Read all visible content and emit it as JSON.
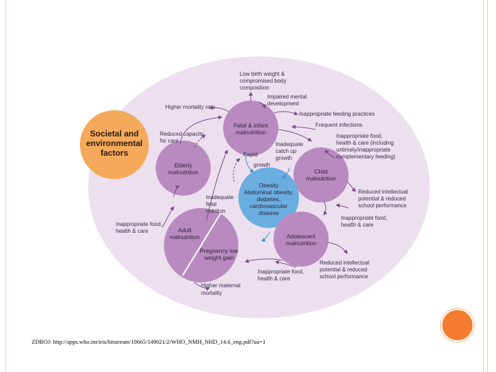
{
  "diagram": {
    "societal_label": [
      "Societal and",
      "environmental",
      "factors"
    ],
    "nodes": {
      "fetal": [
        "Fetal & infant",
        "malnutrition"
      ],
      "elderly": [
        "Elderly",
        "malnutrition"
      ],
      "child": [
        "Child",
        "malnutrition"
      ],
      "obesity": [
        "Obesity",
        "Abdominal obesity,",
        "diabetes,",
        "cardiovascular",
        "disease"
      ],
      "adolescent": [
        "Adolescent",
        "malnutrition"
      ],
      "adult": [
        "Adult",
        "malnutrition"
      ],
      "pregnancy": [
        "Pregnancy low",
        "weight gain"
      ]
    },
    "labels": {
      "low_birth": [
        "Low birth weight &",
        "compromised body",
        "composition"
      ],
      "impaired_mental": [
        "Impaired mental",
        "development"
      ],
      "higher_mortality": "Higher mortality rate",
      "inappropriate_feeding": "Inappropriate feeding practices",
      "frequent_infections": "Frequent infections",
      "reduced_capacity": [
        "Reduced capacity",
        "for care"
      ],
      "inadequate_catch": [
        "Inadequate",
        "catch up",
        "growth"
      ],
      "appropriate_food_child": [
        "Inappropriate food,",
        "health & care (including",
        "untimely/inappropriate",
        "complementary feeding)"
      ],
      "rapid": "Rapid",
      "growth": "growth",
      "reduced_intellectual_1": [
        "Reduced intellectual",
        "potential & reduced",
        "school performance"
      ],
      "inadequate_fetal": [
        "Inadequate",
        "fetal",
        "nutrition"
      ],
      "food_health_right": [
        "Inappropriate food,",
        "health & care"
      ],
      "food_health_left": [
        "Inappropriate food,",
        "health & care"
      ],
      "food_health_bottom": [
        "Inappropriate food,",
        "health & care"
      ],
      "reduced_intellectual_2": [
        "Reduced intellectual",
        "potential & reduced",
        "school performance"
      ],
      "higher_maternal": [
        "Higher maternal",
        "mortality"
      ]
    }
  },
  "source": "ZDROJ: http://apps.who.int/iris/bitstream/10665/149021/2/WHO_NMH_NHD_14.6_eng.pdf?ua=1",
  "colors": {
    "background_oval": "#ece0ee",
    "node_purple": "#b98ac0",
    "obesity_blue": "#6aaee0",
    "societal_orange": "#f5a95a",
    "arrow": "#7a4a8a",
    "accent_dot": "#f47c30"
  }
}
